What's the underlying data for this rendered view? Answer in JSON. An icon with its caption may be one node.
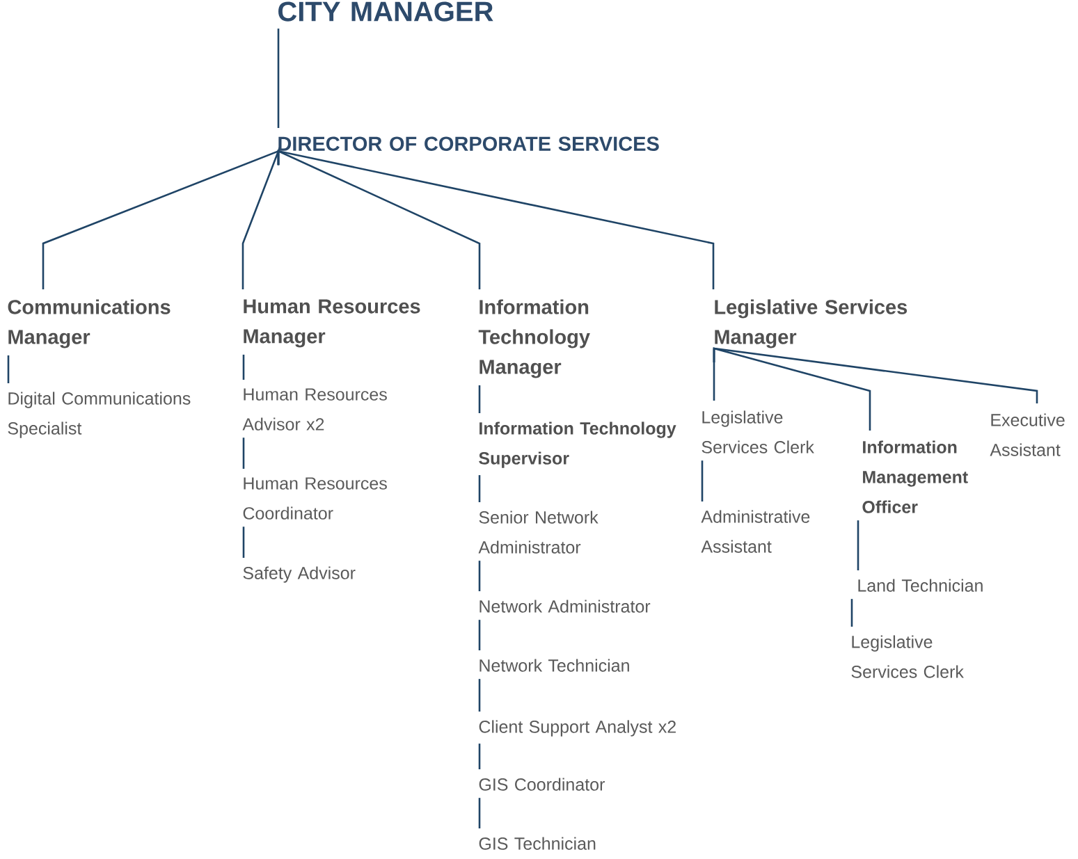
{
  "diagram": {
    "nodes": [
      {
        "text": [
          "CITY MANAGER"
        ]
      },
      {
        "text": [
          "DIRECTOR OF CORPORATE SERVICES"
        ]
      },
      {
        "text": [
          "Communications Manager"
        ]
      },
      {
        "text": [
          "Digital Communications Specialist"
        ]
      },
      {
        "text": [
          "Human Resources Manager"
        ]
      },
      {
        "text": [
          "Human Resources Advisor x2"
        ]
      },
      {
        "text": [
          "Human Resources Coordinator"
        ]
      },
      {
        "text": [
          "Safety Advisor"
        ]
      },
      {
        "text": [
          "Information Technology Manager"
        ]
      },
      {
        "text": [
          "Information Technology Supervisor"
        ]
      },
      {
        "text": [
          "Senior Network Administrator"
        ]
      },
      {
        "text": [
          "Network Administrator"
        ]
      },
      {
        "text": [
          "Network Technician"
        ]
      },
      {
        "text": [
          "Client Support Analyst x2"
        ]
      },
      {
        "text": [
          "GIS Coordinator"
        ]
      },
      {
        "text": [
          "GIS Technician"
        ]
      },
      {
        "text": [
          "Legislative Services Manager"
        ]
      },
      {
        "text": [
          "Legislative Services Clerk"
        ]
      },
      {
        "text": [
          "Information Management Officer"
        ]
      },
      {
        "text": [
          "Executive Assistant"
        ]
      },
      {
        "text": [
          "Administrative Assistant"
        ]
      },
      {
        "text": [
          "Land Technician"
        ]
      },
      {
        "text": [
          "Legislative Services Clerk"
        ]
      }
    ],
    "edges": [
      {
        "from": 0,
        "to": 1,
        "arrow": "none"
      },
      {
        "from": 1,
        "to": 2,
        "arrow": "none"
      },
      {
        "from": 1,
        "to": 4,
        "arrow": "none"
      },
      {
        "from": 1,
        "to": 8,
        "arrow": "none"
      },
      {
        "from": 1,
        "to": 16,
        "arrow": "none"
      },
      {
        "from": 2,
        "to": 3,
        "arrow": "none"
      },
      {
        "from": 4,
        "to": 5,
        "arrow": "none"
      },
      {
        "from": 5,
        "to": 6,
        "arrow": "none"
      },
      {
        "from": 6,
        "to": 7,
        "arrow": "none"
      },
      {
        "from": 8,
        "to": 9,
        "arrow": "none"
      },
      {
        "from": 9,
        "to": 10,
        "arrow": "none"
      },
      {
        "from": 10,
        "to": 11,
        "arrow": "none"
      },
      {
        "from": 11,
        "to": 12,
        "arrow": "none"
      },
      {
        "from": 12,
        "to": 13,
        "arrow": "none"
      },
      {
        "from": 13,
        "to": 14,
        "arrow": "none"
      },
      {
        "from": 14,
        "to": 15,
        "arrow": "none"
      },
      {
        "from": 16,
        "to": 17,
        "arrow": "none"
      },
      {
        "from": 16,
        "to": 18,
        "arrow": "none"
      },
      {
        "from": 16,
        "to": 19,
        "arrow": "none"
      },
      {
        "from": 17,
        "to": 20,
        "arrow": "none"
      },
      {
        "from": 18,
        "to": 21,
        "arrow": "none"
      },
      {
        "from": 21,
        "to": 22,
        "arrow": "none"
      }
    ]
  }
}
